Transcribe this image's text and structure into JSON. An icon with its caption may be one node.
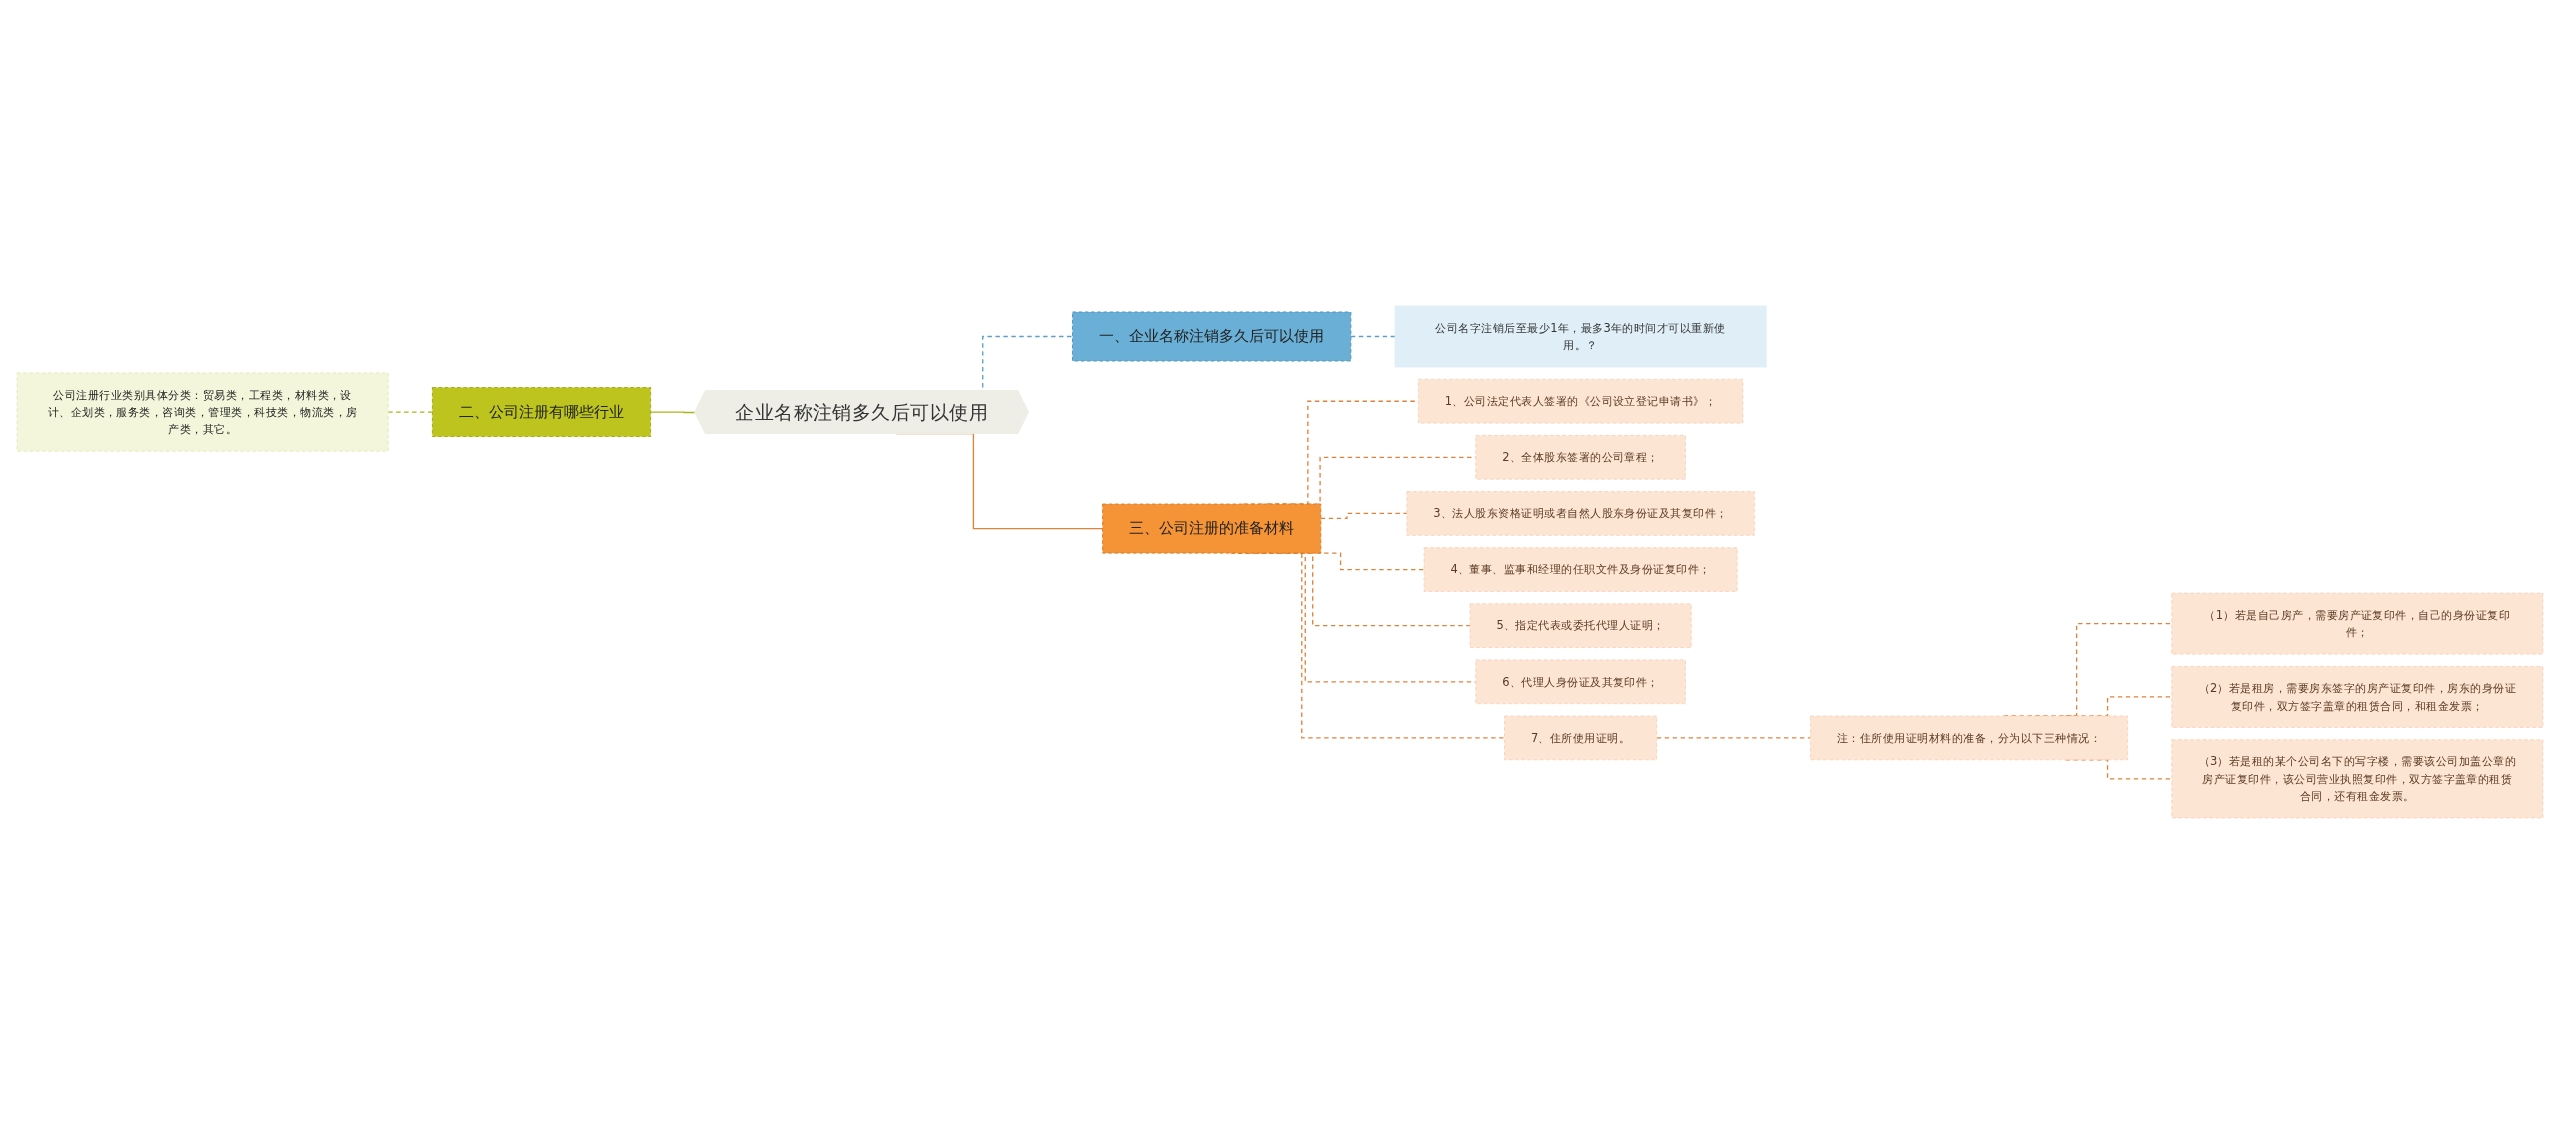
{
  "diagram": {
    "nodes": [
      {
        "text": [
          "企业名称注销多久后可以使用"
        ]
      },
      {
        "text": [
          "一、企业名称注销多久后可以使用"
        ]
      },
      {
        "text": [
          "公司名字注销后至最少1年，最多3年的时间才可以重新使用。？"
        ]
      },
      {
        "text": [
          "二、公司注册有哪些行业"
        ]
      },
      {
        "text": [
          "公司注册行业类别具体分类：贸易类，工程类，材料类，设计、企划类，服务类，咨询类，管理类，科技类，物流类，房产类，其它。"
        ]
      },
      {
        "text": [
          "三、公司注册的准备材料"
        ]
      },
      {
        "text": [
          "1、公司法定代表人签署的《公司设立登记申请书》；"
        ]
      },
      {
        "text": [
          "2、全体股东签署的公司章程；"
        ]
      },
      {
        "text": [
          "3、法人股东资格证明或者自然人股东身份证及其复印件；"
        ]
      },
      {
        "text": [
          "4、董事、监事和经理的任职文件及身份证复印件；"
        ]
      },
      {
        "text": [
          "5、指定代表或委托代理人证明；"
        ]
      },
      {
        "text": [
          "6、代理人身份证及其复印件；"
        ]
      },
      {
        "text": [
          "7、住所使用证明。"
        ]
      },
      {
        "text": [
          "注：住所使用证明材料的准备，分为以下三种情况："
        ]
      },
      {
        "text": [
          "（1）若是自己房产，需要房产证复印件，自己的身份证复印件；"
        ]
      },
      {
        "text": [
          "（2）若是租房，需要房东签字的房产证复印件，房东的身份证复印件，双方签字盖章的租赁合同，和租金发票；"
        ]
      },
      {
        "text": [
          "（3）若是租的某个公司名下的写字楼，需要该公司加盖公章的房产证复印件，该公司营业执照复印件，双方签字盖章的租赁合同，还有租金发票。"
        ]
      }
    ],
    "edges": [
      {
        "from": 0,
        "to": 1,
        "arrow": "none",
        "style": "dashed",
        "color": "#5b9fc8"
      },
      {
        "from": 1,
        "to": 2,
        "arrow": "none",
        "style": "dashed",
        "color": "#5b9fc8"
      },
      {
        "from": 3,
        "to": 0,
        "arrow": "none",
        "color": "#a9b818"
      },
      {
        "from": 4,
        "to": 3,
        "arrow": "none",
        "style": "dashed",
        "color": "#a9b818"
      },
      {
        "from": 0,
        "to": 5,
        "arrow": "none"
      },
      {
        "from": 5,
        "to": 6,
        "arrow": "none",
        "style": "dashed"
      },
      {
        "from": 5,
        "to": 7,
        "arrow": "none",
        "style": "dashed"
      },
      {
        "from": 5,
        "to": 8,
        "arrow": "none",
        "style": "dashed"
      },
      {
        "from": 5,
        "to": 9,
        "arrow": "none",
        "style": "dashed"
      },
      {
        "from": 5,
        "to": 10,
        "arrow": "none",
        "style": "dashed"
      },
      {
        "from": 5,
        "to": 11,
        "arrow": "none",
        "style": "dashed"
      },
      {
        "from": 5,
        "to": 12,
        "arrow": "none",
        "style": "dashed"
      },
      {
        "from": 12,
        "to": 13,
        "arrow": "none",
        "style": "dashed"
      },
      {
        "from": 13,
        "to": 14,
        "arrow": "none",
        "style": "dashed"
      },
      {
        "from": 13,
        "to": 15,
        "arrow": "none",
        "style": "dashed"
      },
      {
        "from": 13,
        "to": 16,
        "arrow": "none",
        "style": "dashed"
      }
    ]
  }
}
